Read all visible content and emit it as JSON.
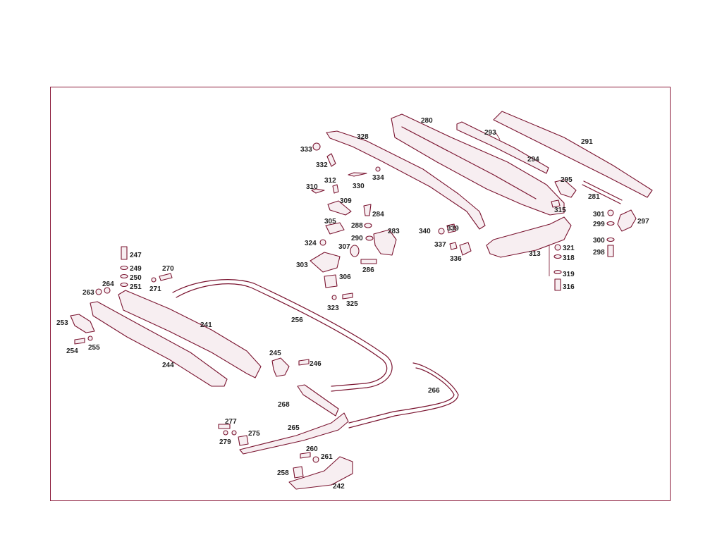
{
  "colors": {
    "frame": "#8b1a3a",
    "line": "#7a1430",
    "label": "#222222"
  },
  "labels": {
    "p280": "280",
    "p293": "293",
    "p291": "291",
    "p294": "294",
    "p295": "295",
    "p281": "281",
    "p328": "328",
    "p333": "333",
    "p332": "332",
    "p330": "330",
    "p334": "334",
    "p312": "312",
    "p310": "310",
    "p309": "309",
    "p284": "284",
    "p288": "288",
    "p283": "283",
    "p290": "290",
    "p305": "305",
    "p324": "324",
    "p307": "307",
    "p303": "303",
    "p286": "286",
    "p306": "306",
    "p323": "323",
    "p325": "325",
    "p340": "340",
    "p339": "339",
    "p337": "337",
    "p336": "336",
    "p313": "313",
    "p315": "315",
    "p321": "321",
    "p318": "318",
    "p319": "319",
    "p316": "316",
    "p301": "301",
    "p299": "299",
    "p297": "297",
    "p300": "300",
    "p298": "298",
    "p247": "247",
    "p249": "249",
    "p250": "250",
    "p251": "251",
    "p270": "270",
    "p271": "271",
    "p264": "264",
    "p263": "263",
    "p241": "241",
    "p256": "256",
    "p253": "253",
    "p254": "254",
    "p255": "255",
    "p244": "244",
    "p245": "245",
    "p246": "246",
    "p266": "266",
    "p268": "268",
    "p277": "277",
    "p279": "279",
    "p275": "275",
    "p265": "265",
    "p260": "260",
    "p261": "261",
    "p258": "258",
    "p242": "242"
  }
}
